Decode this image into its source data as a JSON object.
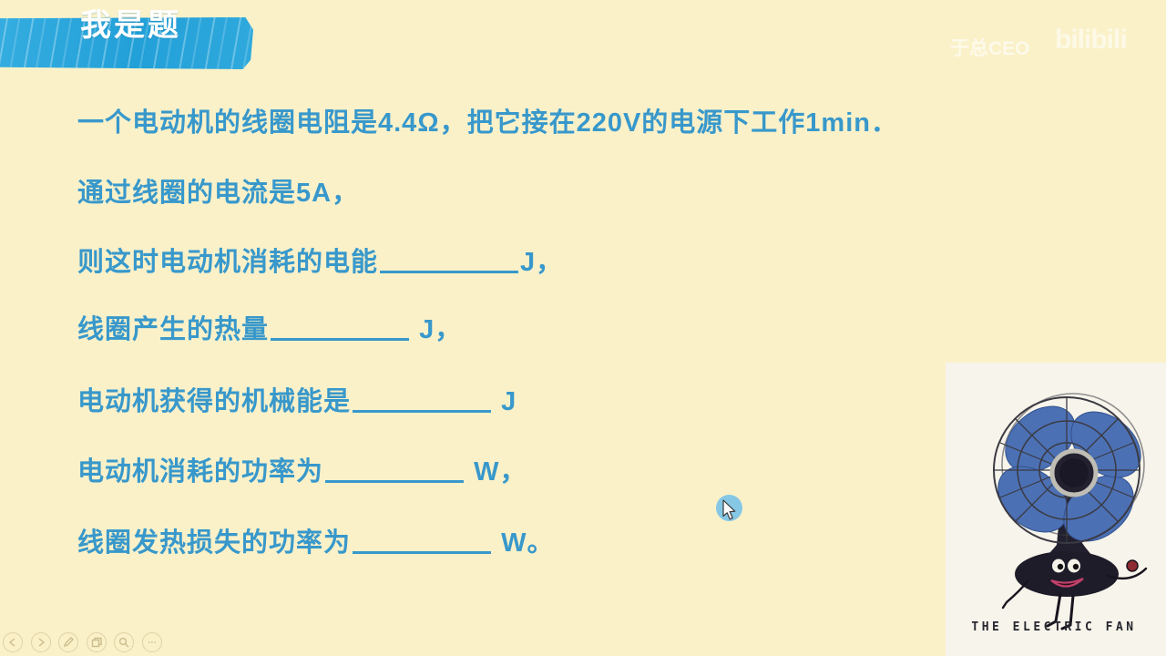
{
  "banner": {
    "label": "我是题"
  },
  "watermark": {
    "name": "于总CEO",
    "logo": "bilibili"
  },
  "question": {
    "lines": [
      {
        "pre": "一个电动机的线圈电阻是4.4Ω，把它接在220V的电源下工作1min．",
        "post": ""
      },
      {
        "pre": "通过线圈的电流是5A，",
        "post": ""
      },
      {
        "pre": "则这时电动机消耗的电能",
        "post": "J，"
      },
      {
        "pre": "线圈产生的热量",
        "post": " J，"
      },
      {
        "pre": "电动机获得的机械能是",
        "post": " J"
      },
      {
        "pre": "电动机消耗的功率为",
        "post": " W，"
      },
      {
        "pre": "线圈发热损失的功率为",
        "post": " W。"
      }
    ]
  },
  "fan_card": {
    "caption": "THE ELECTRIC FAN"
  },
  "controls": {
    "items": [
      "back-arrow",
      "forward-arrow",
      "pen",
      "slides",
      "magnifier",
      "more"
    ]
  },
  "colors": {
    "background": "#FAF1C9",
    "question_text": "#3898CB",
    "banner_blue": "#2AA6DC",
    "card_background": "#F7F4EB",
    "blade_blue": "#4C70B4",
    "cursor_halo": "#86C7E5"
  }
}
